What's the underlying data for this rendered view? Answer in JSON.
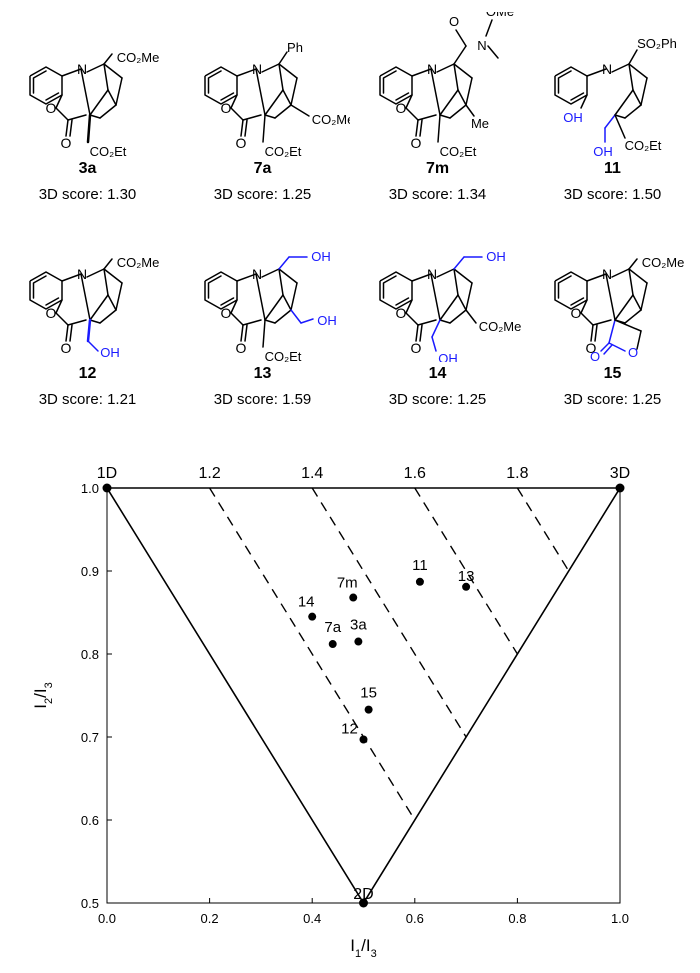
{
  "score_label": "3D score:",
  "compounds": [
    {
      "id": "3a",
      "score": "1.30",
      "sub": "ester_cooet"
    },
    {
      "id": "7a",
      "score": "1.25",
      "sub": "ph_diester"
    },
    {
      "id": "7m",
      "score": "1.34",
      "sub": "weinreb"
    },
    {
      "id": "11",
      "score": "1.50",
      "sub": "opened"
    },
    {
      "id": "12",
      "score": "1.21",
      "sub": "ch2oh"
    },
    {
      "id": "13",
      "score": "1.59",
      "sub": "diol_et"
    },
    {
      "id": "14",
      "score": "1.25",
      "sub": "diol_me"
    },
    {
      "id": "15",
      "score": "1.25",
      "sub": "lactone"
    }
  ],
  "fragments": {
    "co2me": "CO₂Me",
    "co2et": "CO₂Et",
    "ph": "Ph",
    "ome": "OMe",
    "me": "Me",
    "so2ph": "SO₂Ph",
    "oh": "OH",
    "n": "N",
    "o": "O"
  },
  "colors": {
    "highlight": "#1a1aff",
    "ink": "#000000"
  },
  "chart_data": {
    "type": "scatter",
    "xlabel": "I1/I3",
    "ylabel": "I2/I3",
    "xlim": [
      0.0,
      1.0
    ],
    "ylim": [
      0.5,
      1.0
    ],
    "xticks": [
      "0.0",
      "0.2",
      "0.4",
      "0.6",
      "0.8",
      "1.0"
    ],
    "yticks": [
      "0.5",
      "0.6",
      "0.7",
      "0.8",
      "0.9",
      "1.0"
    ],
    "vertices": [
      {
        "label": "1D",
        "x": 0.0,
        "y": 1.0
      },
      {
        "label": "3D",
        "x": 1.0,
        "y": 1.0
      },
      {
        "label": "2D",
        "x": 0.5,
        "y": 0.5
      }
    ],
    "isolines": [
      {
        "label": "1.2",
        "value": 1.2
      },
      {
        "label": "1.4",
        "value": 1.4
      },
      {
        "label": "1.6",
        "value": 1.6
      },
      {
        "label": "1.8",
        "value": 1.8
      }
    ],
    "points": [
      {
        "label": "3a",
        "x": 0.49,
        "y": 0.815
      },
      {
        "label": "7a",
        "x": 0.44,
        "y": 0.812
      },
      {
        "label": "7m",
        "x": 0.48,
        "y": 0.868
      },
      {
        "label": "11",
        "x": 0.61,
        "y": 0.887
      },
      {
        "label": "12",
        "x": 0.5,
        "y": 0.697
      },
      {
        "label": "13",
        "x": 0.7,
        "y": 0.881
      },
      {
        "label": "14",
        "x": 0.4,
        "y": 0.845
      },
      {
        "label": "15",
        "x": 0.51,
        "y": 0.733
      }
    ]
  }
}
